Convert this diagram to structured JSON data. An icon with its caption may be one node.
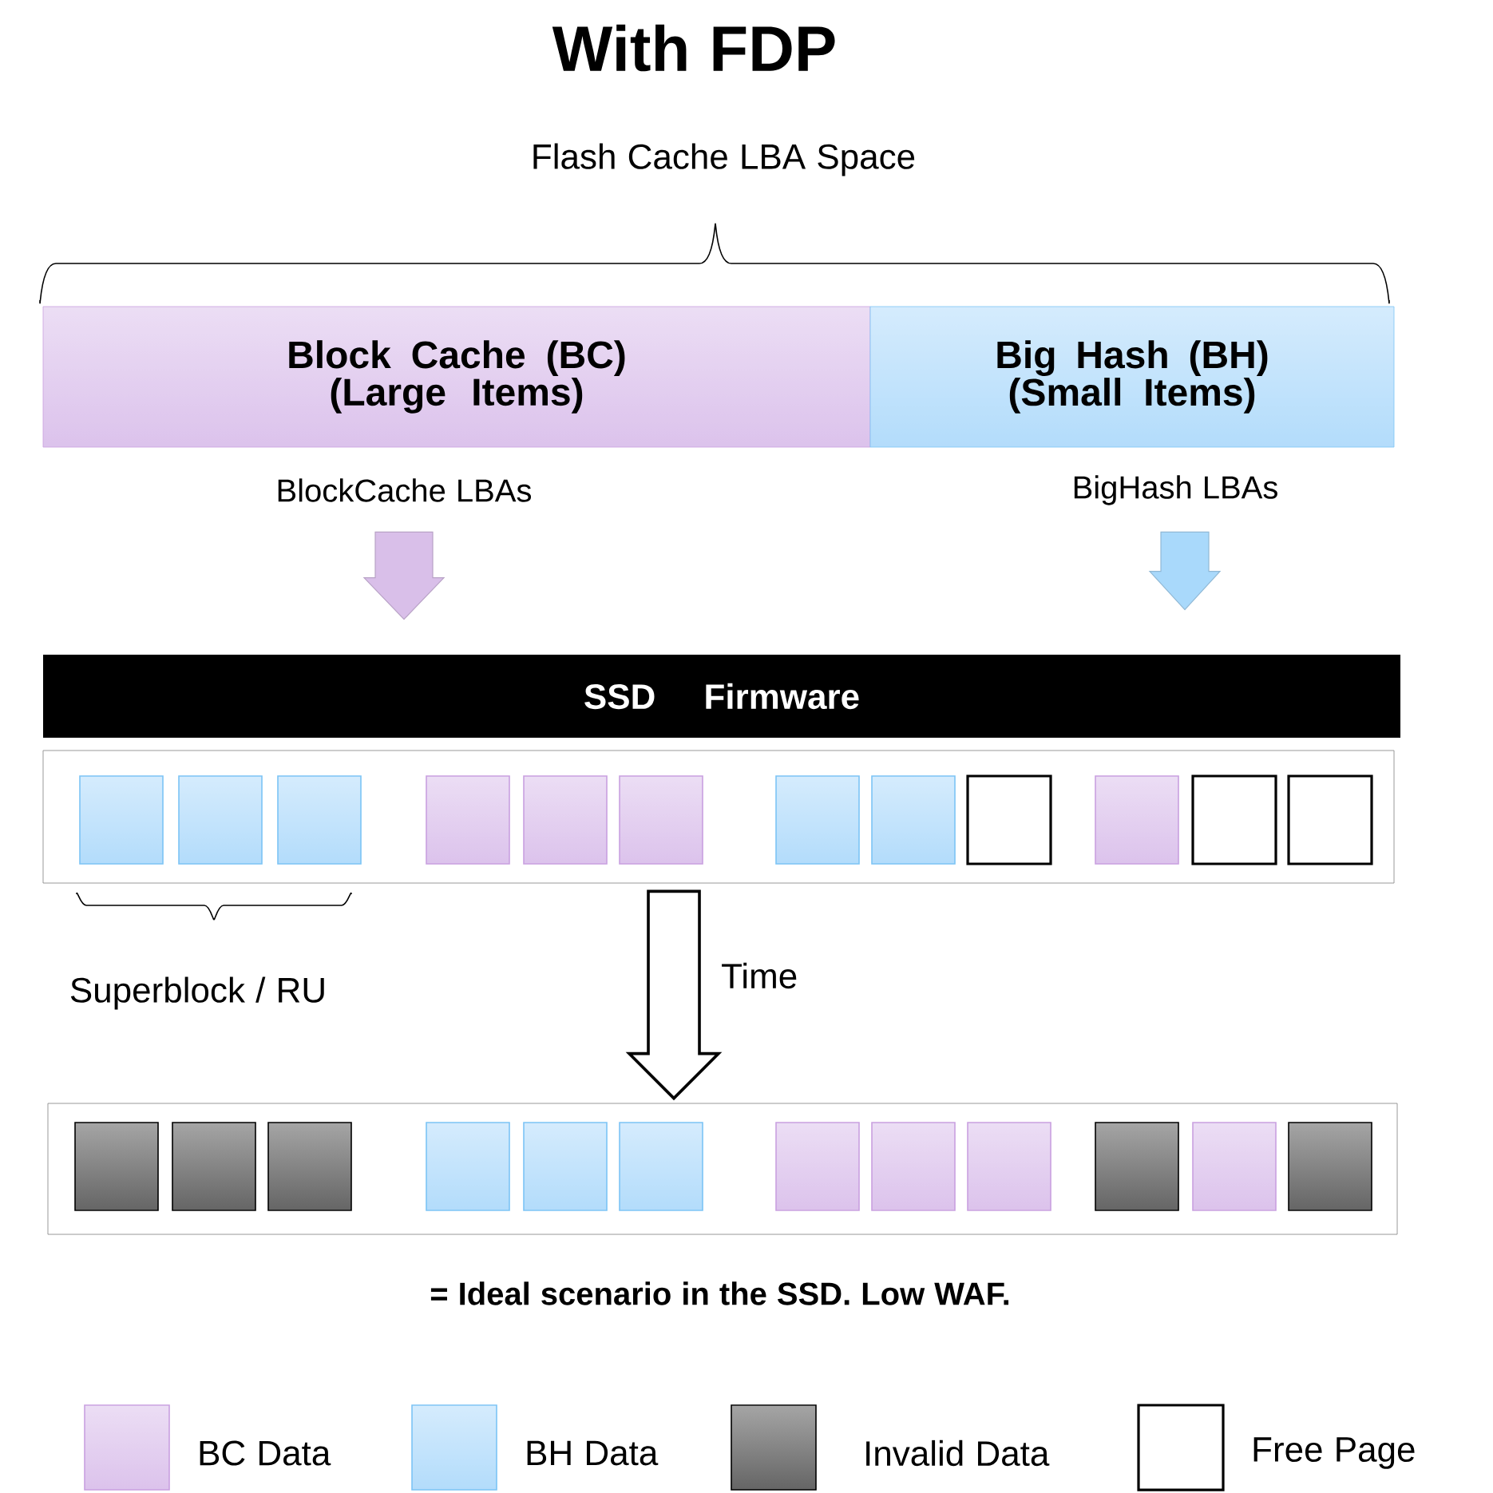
{
  "diagram": {
    "title": "With FDP",
    "nodes": [
      {
        "text": [
          "Block Cache (BC) (Large Items)"
        ],
        "beside": [
          "BlockCache LBAs"
        ]
      },
      {
        "text": [
          "Big Hash (BH) (Small Items)"
        ],
        "beside": [
          "BigHash LBAs"
        ]
      },
      {
        "text": [
          "SSD Firmware"
        ]
      },
      {
        "text": [],
        "shape": "box"
      },
      {
        "text": [],
        "shape": "box"
      }
    ],
    "edges": [
      {
        "from": 0,
        "to": 2,
        "arrow": "to",
        "color": "#d9bfe9"
      },
      {
        "from": 1,
        "to": 2,
        "arrow": "to",
        "color": "#a9d9fb"
      },
      {
        "from": 3,
        "to": 4,
        "arrow": "to",
        "label": "Time"
      }
    ],
    "labels": [
      "Flash Cache LBA Space",
      "Superblock / RU",
      "= Ideal scenario in the SSD. Low WAF."
    ],
    "legend": [
      {
        "text": "BC Data",
        "color": "#dcc3ec"
      },
      {
        "text": "BH Data",
        "color": "#b3dcfb"
      },
      {
        "text": "Invalid Data",
        "color": "#7f7f7f"
      },
      {
        "text": "Free Page"
      }
    ]
  }
}
